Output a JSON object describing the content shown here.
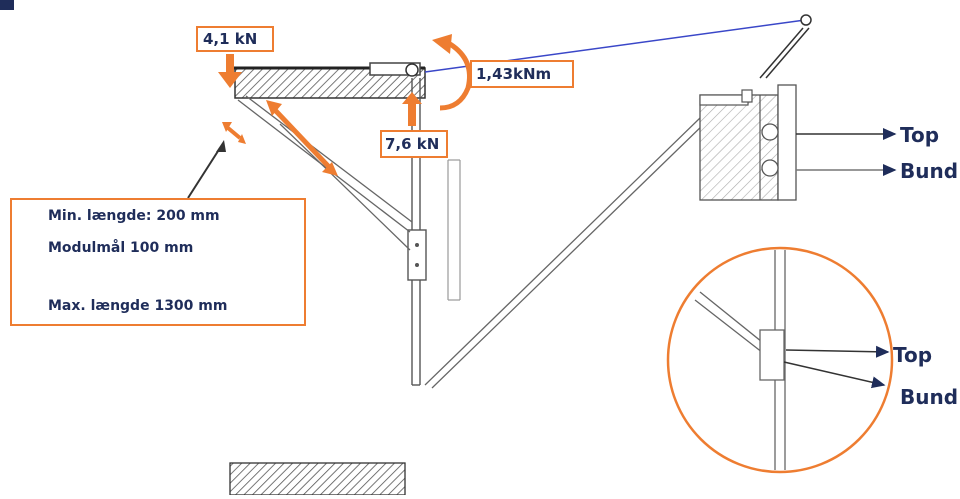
{
  "colors": {
    "orange": "#ee7d31",
    "navy": "#1f2d5a",
    "steel": "#6d6d6d",
    "cable": "#3a47c8"
  },
  "labels": {
    "force_top": "4,1 kN",
    "force_bottom": "7,6 kN",
    "moment": "1,43kNm",
    "right_top": "Top",
    "right_bund": "Bund",
    "detail_top": "Top",
    "detail_bund": "Bund"
  },
  "info_box": {
    "line1": "Min. længde: 200 mm",
    "line2": "Modulmål 100 mm",
    "line3": "Max. længde 1300 mm"
  }
}
